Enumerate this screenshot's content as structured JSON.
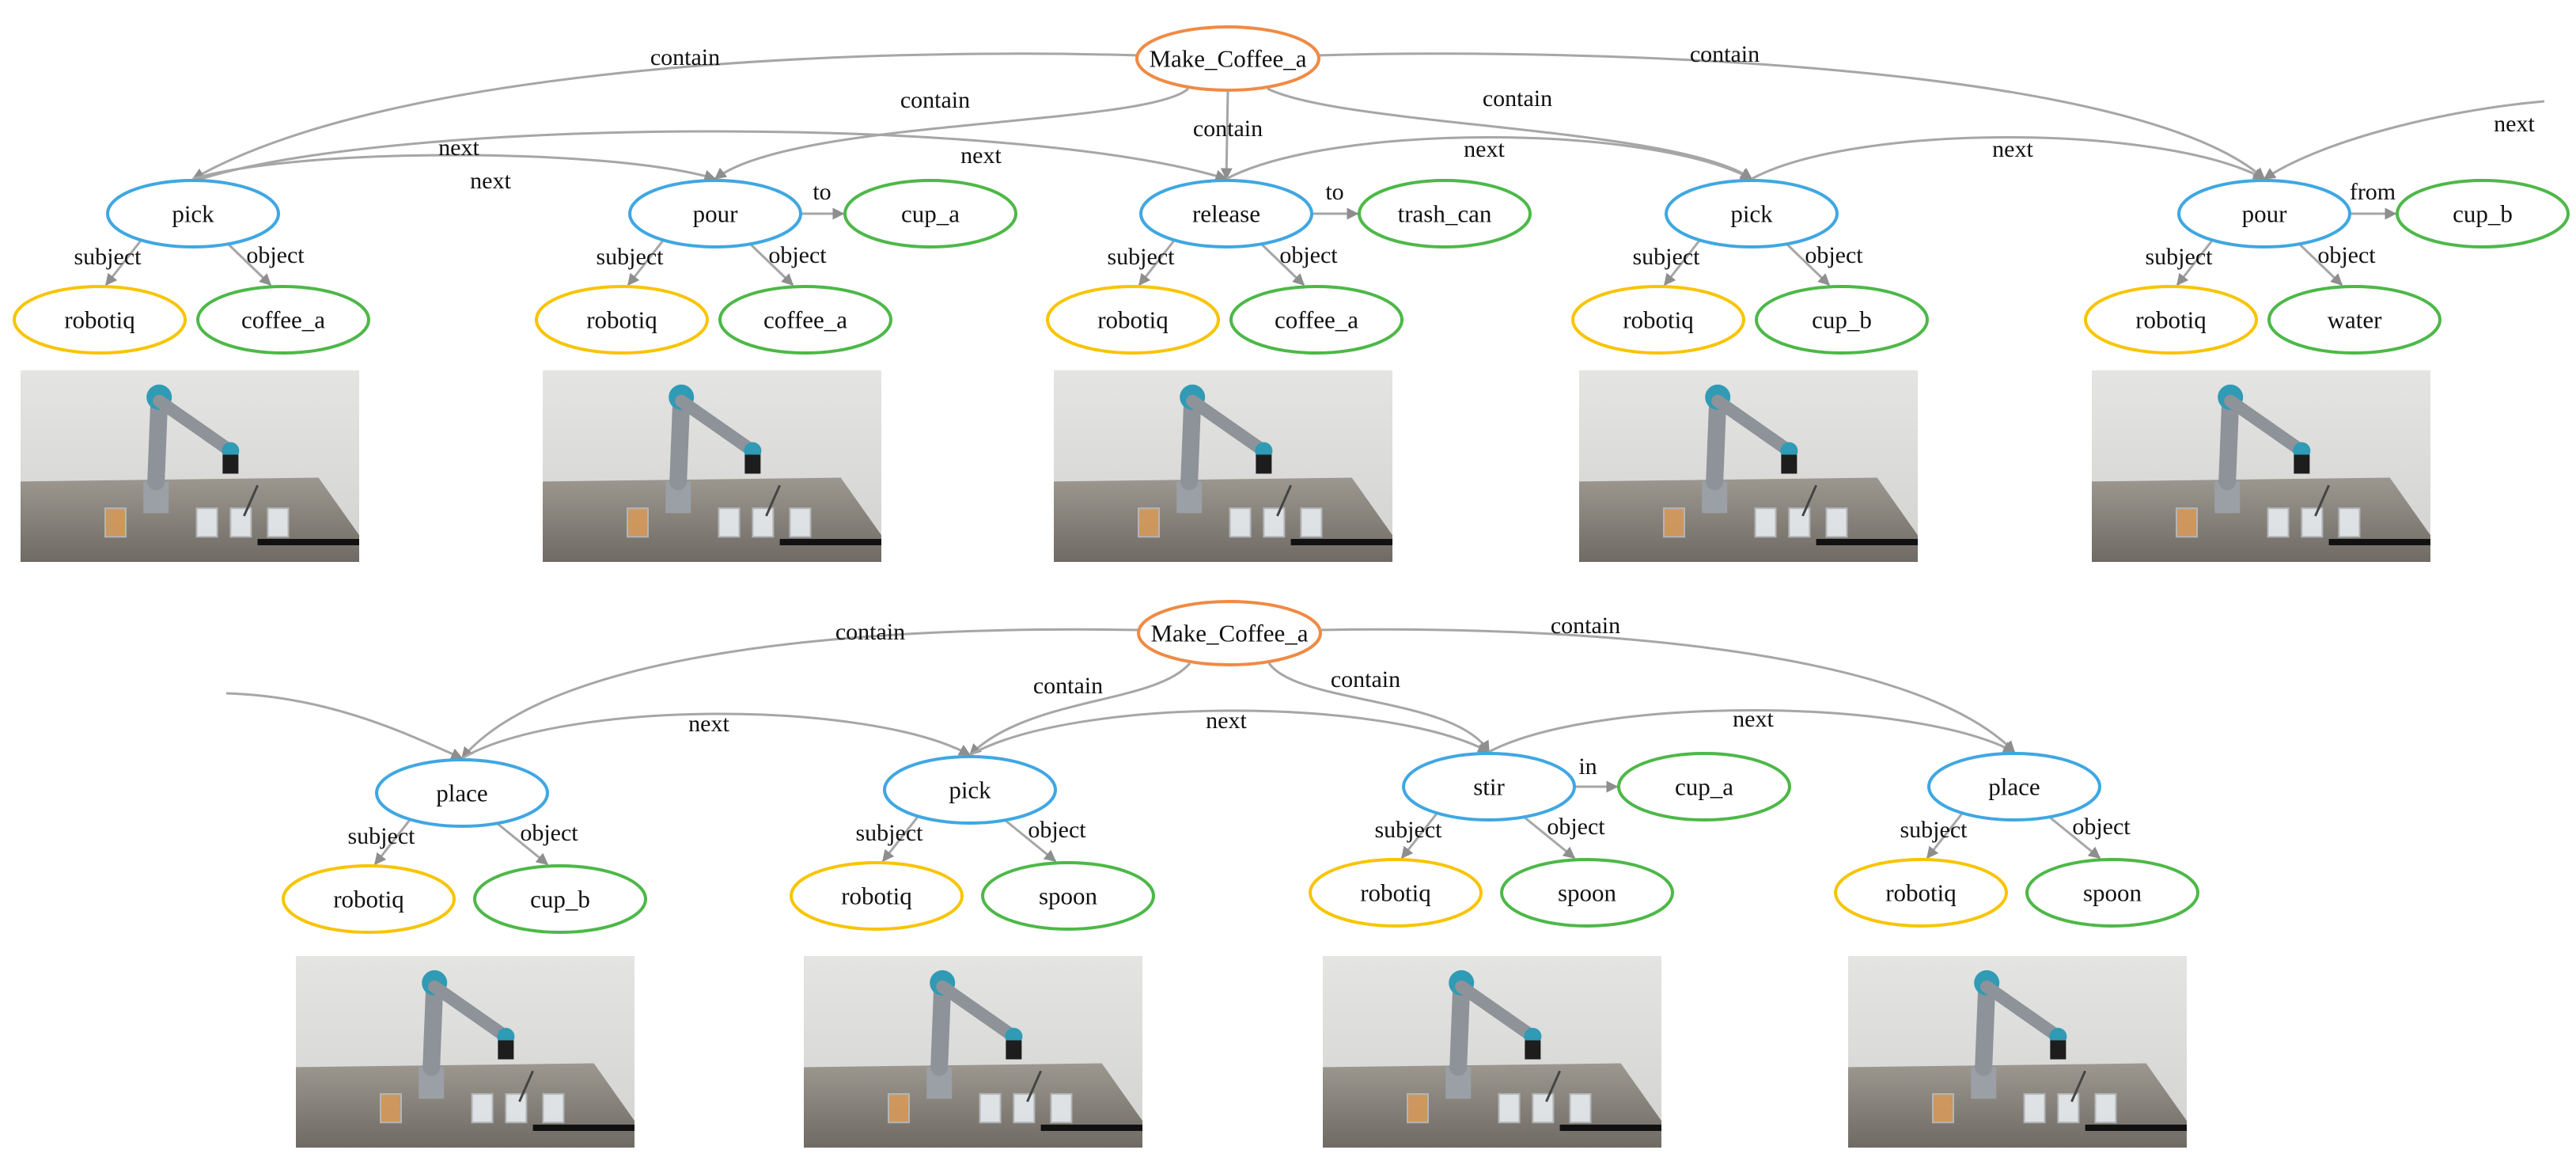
{
  "colors": {
    "root": "#f08a44",
    "action": "#3fa7e2",
    "agent": "#f8c400",
    "object": "#4db848",
    "edge": "#a6a6a6",
    "arrow": "#8e8e8e"
  },
  "top_graph": {
    "root": "Make_Coffee_a",
    "contain_labels": [
      "contain",
      "contain",
      "contain",
      "contain",
      "contain"
    ],
    "next_labels": [
      "next",
      "next",
      "next",
      "next",
      "next",
      "next"
    ],
    "steps": [
      {
        "action": "pick",
        "subject_label": "subject",
        "subject": "robotiq",
        "object_label": "object",
        "object": "coffee_a",
        "photo": "robot-arm-photo"
      },
      {
        "action": "pour",
        "subject_label": "subject",
        "subject": "robotiq",
        "object_label": "object",
        "object": "coffee_a",
        "target_label": "to",
        "target": "cup_a",
        "photo": "robot-arm-photo"
      },
      {
        "action": "release",
        "subject_label": "subject",
        "subject": "robotiq",
        "object_label": "object",
        "object": "coffee_a",
        "target_label": "to",
        "target": "trash_can",
        "photo": "robot-arm-photo"
      },
      {
        "action": "pick",
        "subject_label": "subject",
        "subject": "robotiq",
        "object_label": "object",
        "object": "cup_b",
        "photo": "robot-arm-photo"
      },
      {
        "action": "pour",
        "subject_label": "subject",
        "subject": "robotiq",
        "object_label": "object",
        "object": "water",
        "target_label": "from",
        "target": "cup_b",
        "photo": "robot-arm-photo"
      }
    ]
  },
  "bottom_graph": {
    "root": "Make_Coffee_a",
    "contain_labels": [
      "contain",
      "contain",
      "contain",
      "contain"
    ],
    "next_labels": [
      "next",
      "next",
      "next"
    ],
    "steps": [
      {
        "action": "place",
        "subject_label": "subject",
        "subject": "robotiq",
        "object_label": "object",
        "object": "cup_b",
        "photo": "robot-arm-photo"
      },
      {
        "action": "pick",
        "subject_label": "subject",
        "subject": "robotiq",
        "object_label": "object",
        "object": "spoon",
        "photo": "robot-arm-photo"
      },
      {
        "action": "stir",
        "subject_label": "subject",
        "subject": "robotiq",
        "object_label": "object",
        "object": "spoon",
        "target_label": "in",
        "target": "cup_a",
        "photo": "robot-arm-photo"
      },
      {
        "action": "place",
        "subject_label": "subject",
        "subject": "robotiq",
        "object_label": "object",
        "object": "spoon",
        "photo": "robot-arm-photo"
      }
    ]
  }
}
